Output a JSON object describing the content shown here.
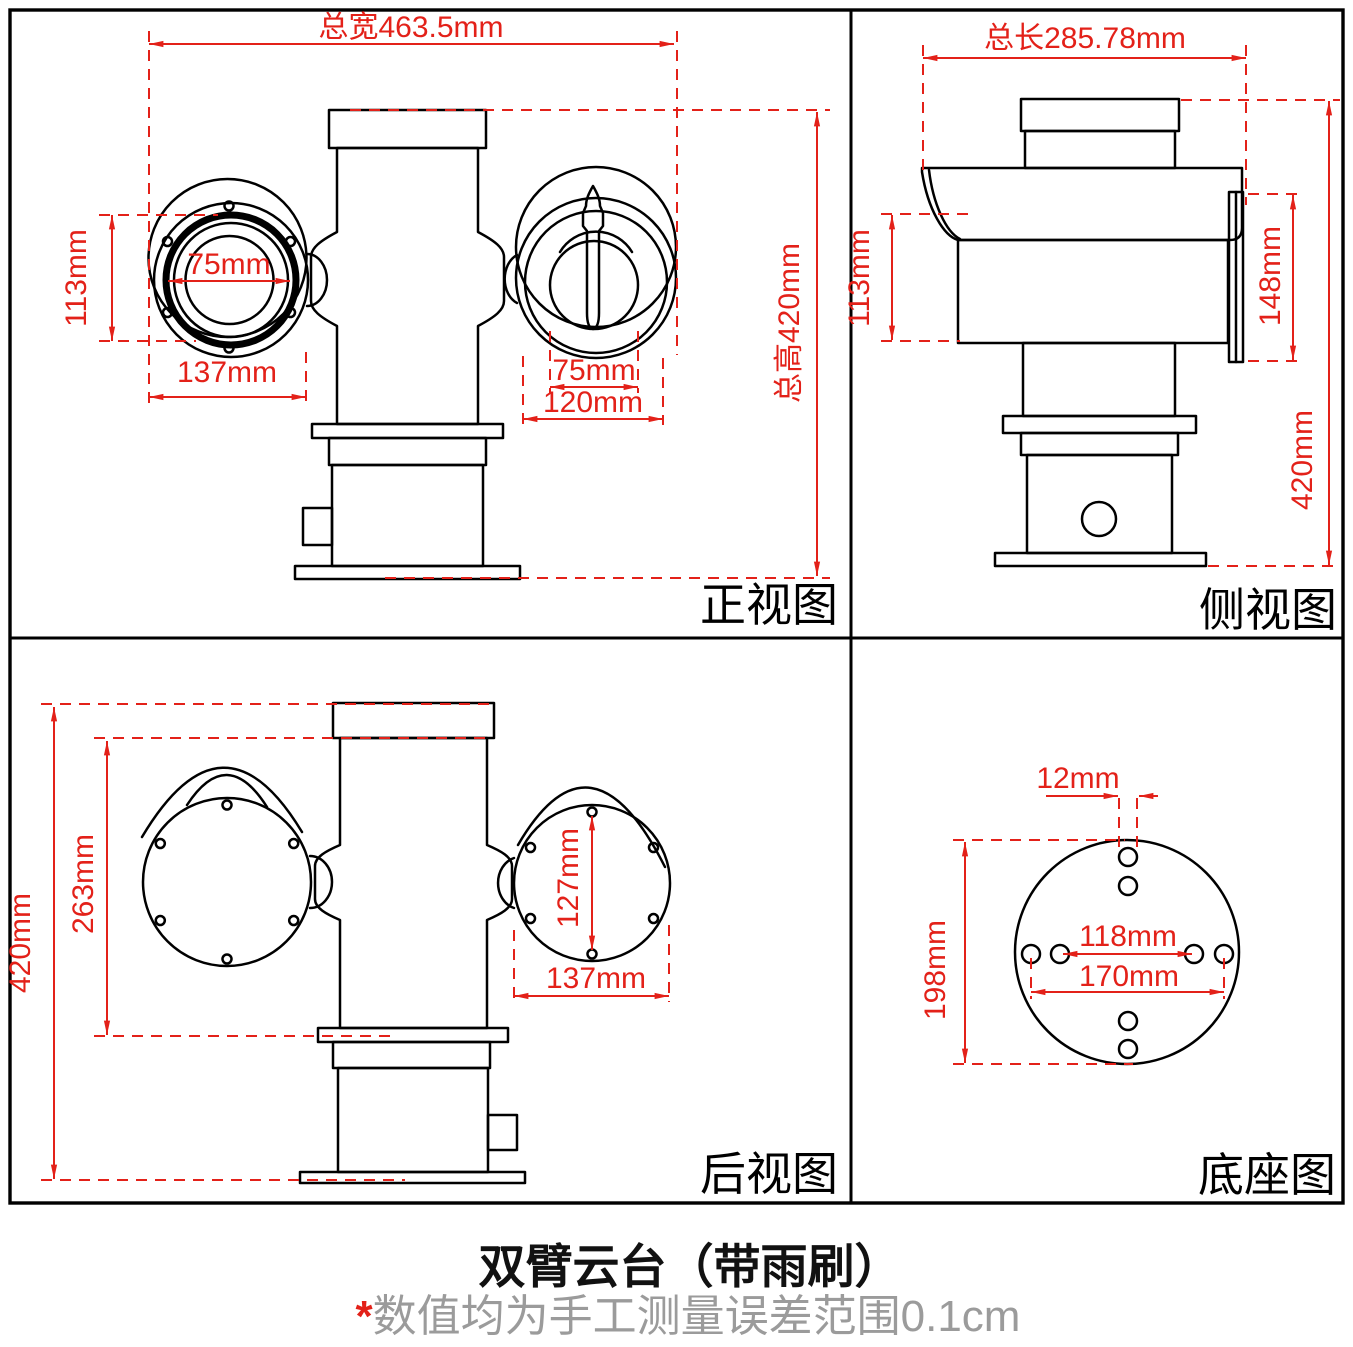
{
  "title": "双臂云台（带雨刷）",
  "footnote": {
    "star": "*",
    "text": "数值均为手工测量误差范围0.1cm"
  },
  "views": {
    "front": {
      "label": "正视图",
      "dims": {
        "total_width": "总宽463.5mm",
        "total_height": "总高420mm",
        "left_height": "113mm",
        "left_lens": "75mm",
        "left_width": "137mm",
        "right_lens": "75mm",
        "right_width": "120mm"
      }
    },
    "side": {
      "label": "侧视图",
      "dims": {
        "total_length": "总长285.78mm",
        "front_height": "113mm",
        "rear_height": "148mm",
        "total_height": "420mm"
      }
    },
    "rear": {
      "label": "后视图",
      "dims": {
        "total_height": "420mm",
        "body_height": "263mm",
        "screw_span": "127mm",
        "cam_width": "137mm"
      }
    },
    "base": {
      "label": "底座图",
      "dims": {
        "hole_diameter": "12mm",
        "plate_height": "198mm",
        "inner_span": "118mm",
        "outer_span": "170mm"
      }
    }
  },
  "colors": {
    "dimension_red": "#e32119",
    "line_black": "#000000",
    "footnote_gray": "#9b9b9b"
  }
}
